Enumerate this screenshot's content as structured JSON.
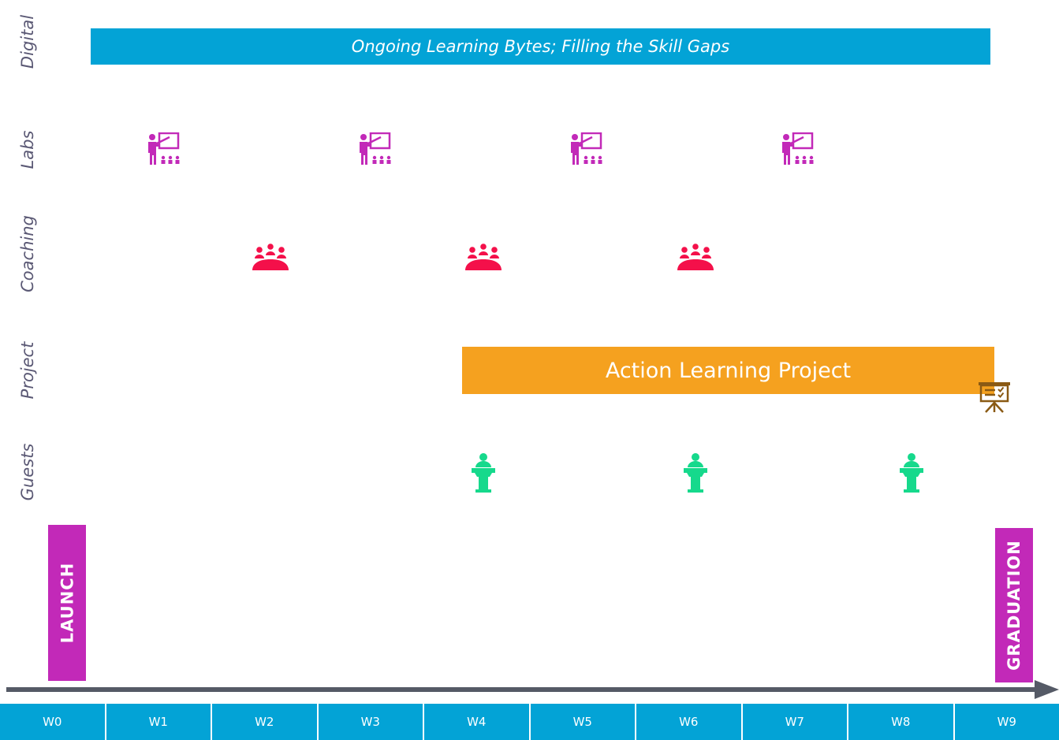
{
  "lanes": {
    "digital": "Digital",
    "labs": "Labs",
    "coaching": "Coaching",
    "project": "Project",
    "guests": "Guests"
  },
  "digital_bar": "Ongoing Learning Bytes; Filling the Skill Gaps",
  "project_bar": "Action Learning Project",
  "milestones": {
    "launch": "LAUNCH",
    "graduation": "GRADUATION"
  },
  "weeks": [
    "W0",
    "W1",
    "W2",
    "W3",
    "W4",
    "W5",
    "W6",
    "W7",
    "W8",
    "W9"
  ],
  "icons": {
    "labs": "teacher-classroom-icon",
    "coaching": "group-meeting-icon",
    "guests": "speaker-podium-icon",
    "project_end": "presentation-board-icon"
  },
  "colors": {
    "digital": "#03a3d6",
    "labs": "#c229b8",
    "coaching": "#f4104a",
    "project": "#f5a11f",
    "guests": "#16d98c",
    "milestone": "#c229b8",
    "timeline": "#03a3d6",
    "axis": "#555a66",
    "lane_label": "#5a5874",
    "project_end_icon": "#8a5a14"
  }
}
